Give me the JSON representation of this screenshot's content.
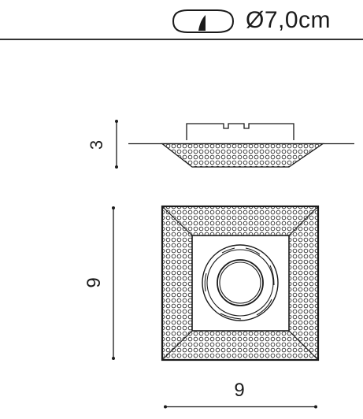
{
  "header": {
    "cutout_symbol": "recessed-fixture-cutout-icon",
    "cutout_diameter": "Ø7,0cm"
  },
  "dimensions": {
    "side_height": "3",
    "front_height": "9",
    "front_width": "9"
  },
  "colors": {
    "line": "#1a1a1a",
    "background": "#ffffff"
  }
}
